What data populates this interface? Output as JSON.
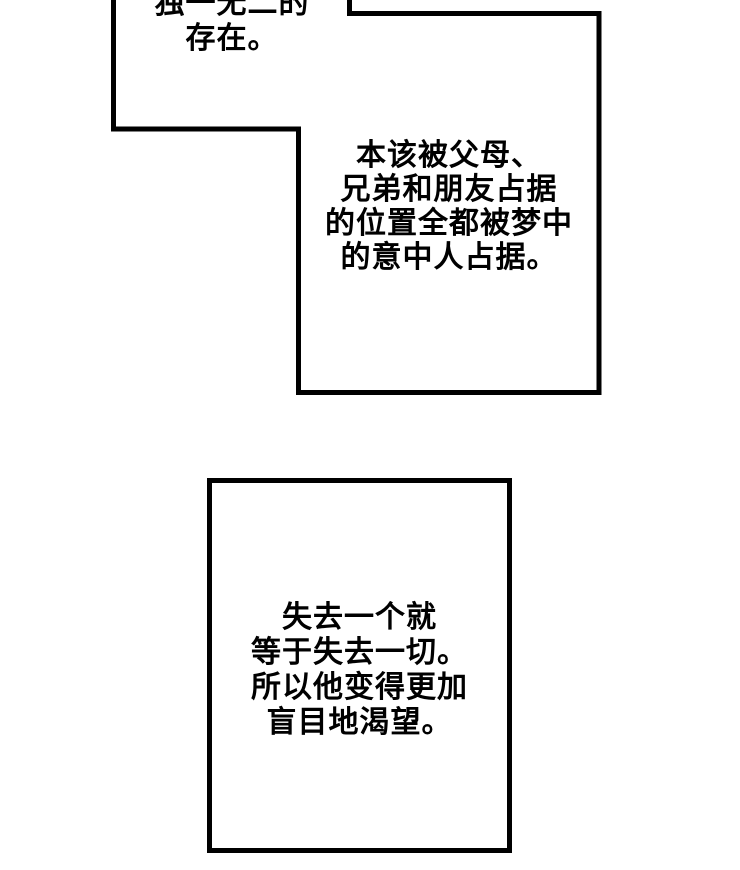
{
  "colors": {
    "ink": "#000000",
    "paper": "#ffffff"
  },
  "panels": {
    "top_left_box": {
      "lines": [
        "独一无二的",
        "存在。"
      ]
    },
    "top_right_box": {
      "lines": [
        "本该被父母、",
        "兄弟和朋友占据",
        "的位置全都被梦中",
        "的意中人占据。"
      ]
    },
    "bottom_box": {
      "lines": [
        "失去一个就",
        "等于失去一切。",
        "所以他变得更加",
        "盲目地渴望。"
      ]
    }
  }
}
